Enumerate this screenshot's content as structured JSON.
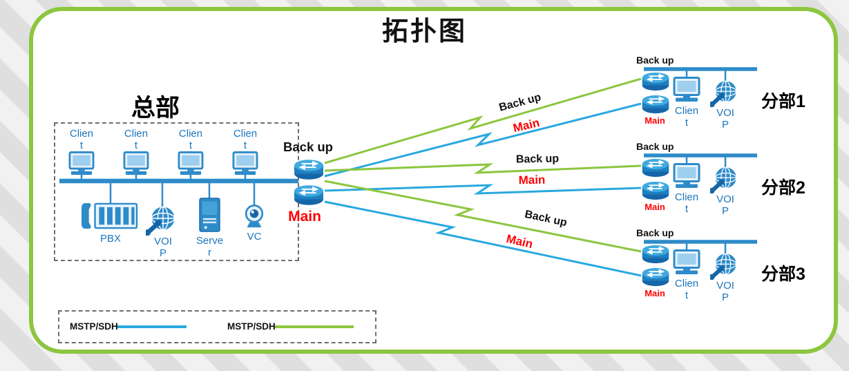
{
  "title": "拓扑图",
  "hq": {
    "name": "总部",
    "clients": [
      {
        "label": "Client"
      },
      {
        "label": "Client"
      },
      {
        "label": "Client"
      },
      {
        "label": "Client"
      }
    ],
    "devices": {
      "pbx": "PBX",
      "voip": "VOIP",
      "server": "Server",
      "vc": "VC"
    },
    "routers": {
      "backup": "Back up",
      "main": "Main"
    }
  },
  "branches": [
    {
      "name": "分部1",
      "routers": {
        "backup": "Back up",
        "main": "Main"
      },
      "client": "Client",
      "voip": "VOIP"
    },
    {
      "name": "分部2",
      "routers": {
        "backup": "Back up",
        "main": "Main"
      },
      "client": "Client",
      "voip": "VOIP"
    },
    {
      "name": "分部3",
      "routers": {
        "backup": "Back up",
        "main": "Main"
      },
      "client": "Client",
      "voip": "VOIP"
    }
  ],
  "links": [
    {
      "to": "分部1",
      "backup_label": "Back up",
      "main_label": "Main"
    },
    {
      "to": "分部2",
      "backup_label": "Back up",
      "main_label": "Main"
    },
    {
      "to": "分部3",
      "backup_label": "Back up",
      "main_label": "Main"
    }
  ],
  "legend": {
    "items": [
      {
        "label": "MSTP/SDH",
        "line_color": "#29A8DF"
      },
      {
        "label": "MSTP/SDH",
        "line_color": "#8CC63E"
      }
    ]
  },
  "colors": {
    "frame_border": "#8CC63E",
    "backup_line": "#8CC63E",
    "main_line": "#29A8DF",
    "bus_line": "#2E8BC9",
    "device_label": "#1B75BC",
    "main_text_red": "#FF0000"
  }
}
